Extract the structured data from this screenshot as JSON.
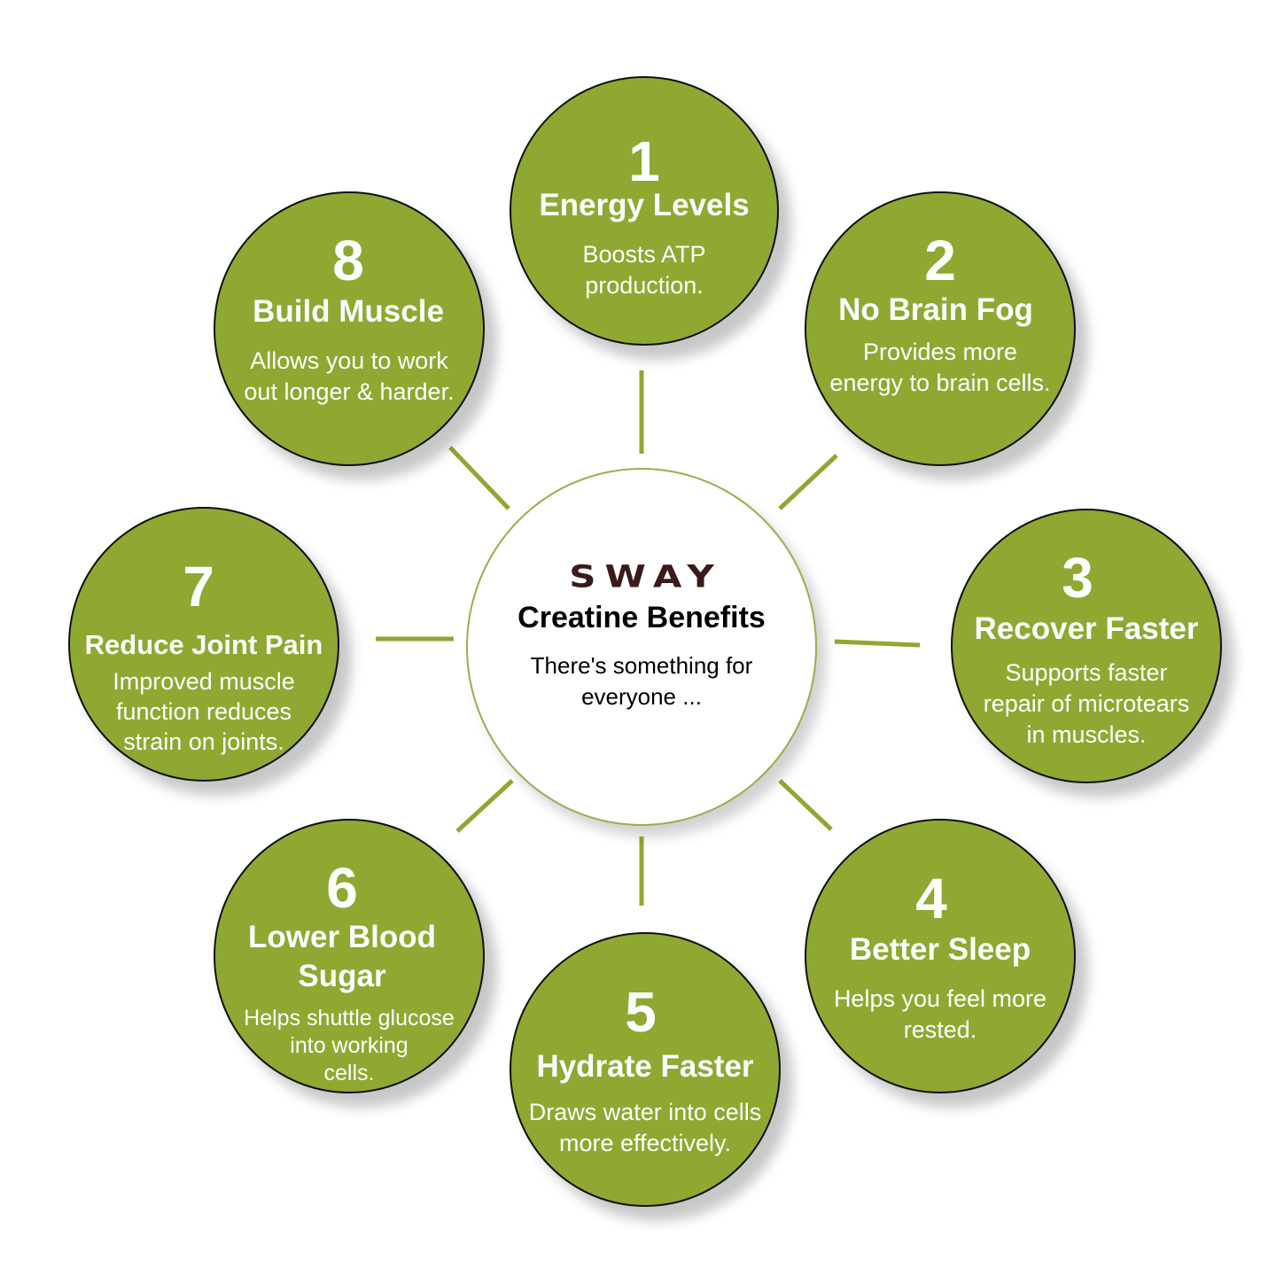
{
  "center": {
    "logo": "SWAY",
    "title": "Creatine Benefits",
    "subtitle": [
      "There's something for",
      "everyone ..."
    ]
  },
  "colors": {
    "circle_fill": "#8fa832",
    "circle_border": "#111111",
    "connector": "#8fa832",
    "center_border": "#9aae4e"
  },
  "benefits": [
    {
      "number": "1",
      "title": "Energy Levels",
      "desc": [
        "Boosts ATP",
        "production."
      ]
    },
    {
      "number": "2",
      "title": "No Brain Fog",
      "desc": [
        "Provides more",
        "energy to brain cells."
      ]
    },
    {
      "number": "3",
      "title": "Recover Faster",
      "desc": [
        "Supports faster",
        "repair of microtears",
        "in muscles."
      ]
    },
    {
      "number": "4",
      "title": "Better Sleep",
      "desc": [
        "Helps you feel more",
        "rested."
      ]
    },
    {
      "number": "5",
      "title": "Hydrate Faster",
      "desc": [
        "Draws water into cells",
        "more effectively."
      ]
    },
    {
      "number": "6",
      "title": "Lower Blood",
      "title2": "Sugar",
      "desc": [
        "Helps shuttle glucose",
        "into working",
        "cells."
      ]
    },
    {
      "number": "7",
      "title": "Reduce Joint Pain",
      "desc": [
        "Improved muscle",
        "function reduces",
        "strain on joints."
      ]
    },
    {
      "number": "8",
      "title": "Build Muscle",
      "desc": [
        "Allows you to work",
        "out longer & harder."
      ]
    }
  ]
}
